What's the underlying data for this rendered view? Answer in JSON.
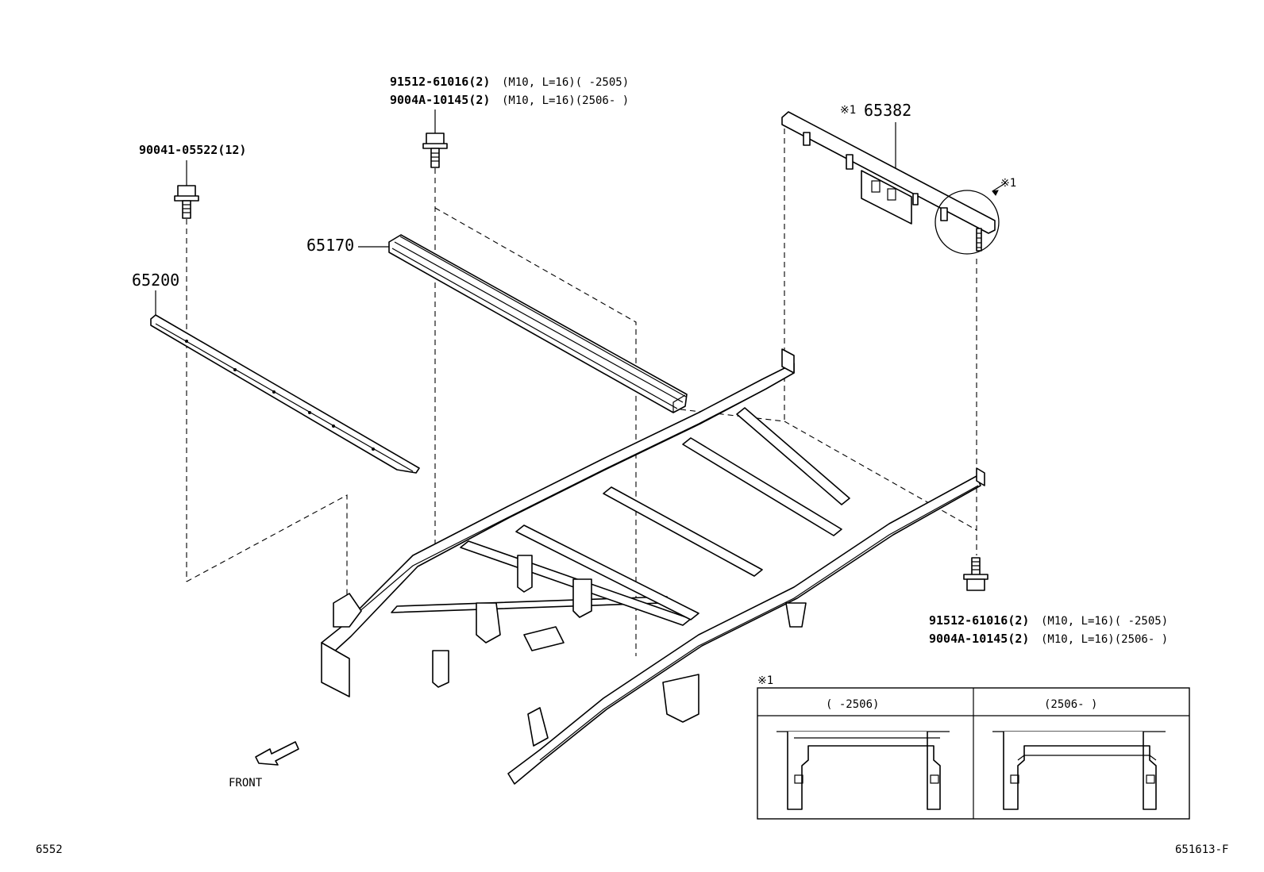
{
  "labels": {
    "bolt_top_a_part": "91512-61016(2)",
    "bolt_top_a_spec": "(M10, L=16)(        -2505)",
    "bolt_top_b_part": "9004A-10145(2)",
    "bolt_top_b_spec": "(M10, L=16)(2506-        )",
    "bolt_left": "90041-05522(12)",
    "crossmember_rear_prefix": "※1",
    "crossmember_rear": "65382",
    "detail_ref": "※1",
    "rail_mid": "65170",
    "rail_left": "65200",
    "bolt_bottom_a_part": "91512-61016(2)",
    "bolt_bottom_a_spec": "(M10, L=16)(        -2505)",
    "bolt_bottom_b_part": "9004A-10145(2)",
    "bolt_bottom_b_spec": "(M10, L=16)(2506-        )",
    "front": "FRONT",
    "page_left": "6552",
    "page_right": "651613-F"
  },
  "detail_box": {
    "title": "※1",
    "col_left": "(        -2506)",
    "col_right": "(2506-        )"
  }
}
